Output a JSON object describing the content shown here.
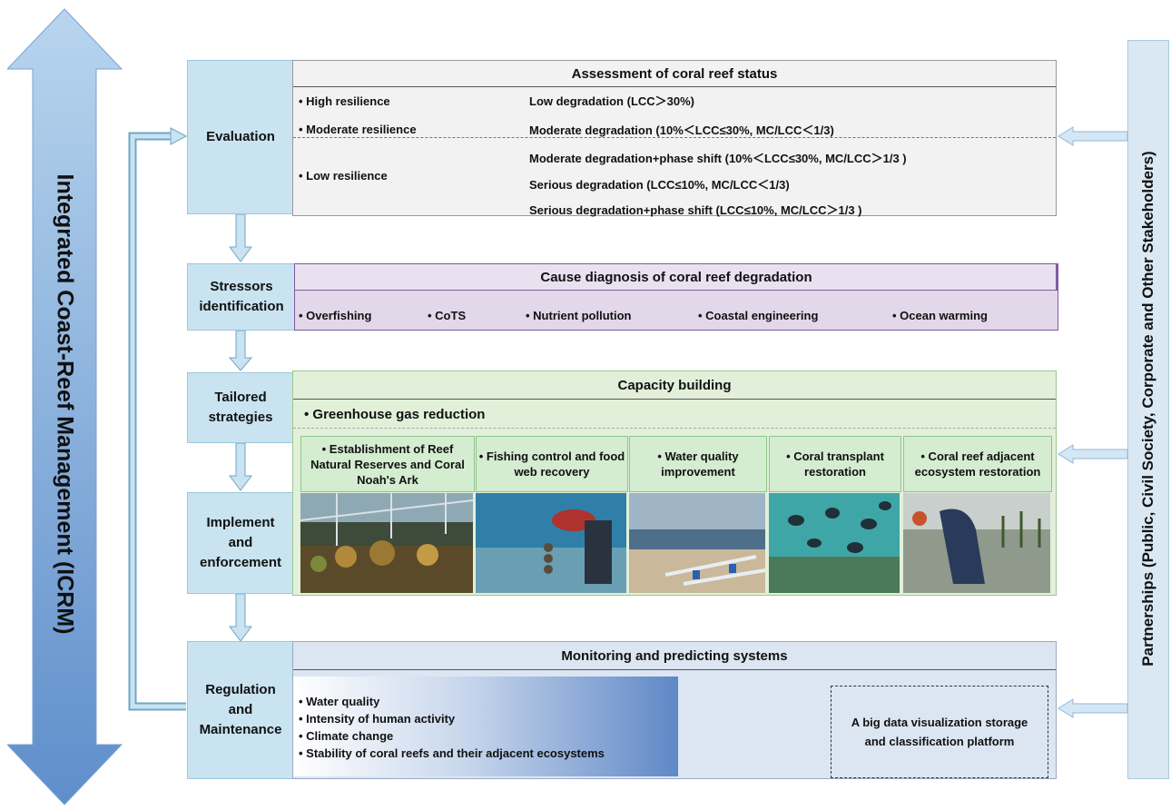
{
  "icrm_label": "Integrated Coast-Reef Management (ICRM)",
  "partnerships_label": "Partnerships (Public, Civil Society, Corporate and Other Stakeholders)",
  "stages": {
    "evaluation": "Evaluation",
    "stressors_line1": "Stressors",
    "stressors_line2": "identification",
    "tailored_line1": "Tailored",
    "tailored_line2": "strategies",
    "implement_line1": "Implement",
    "implement_line2": "and",
    "implement_line3": "enforcement",
    "regulation_line1": "Regulation",
    "regulation_line2": "and",
    "regulation_line3": "Maintenance"
  },
  "assessment": {
    "title": "Assessment of coral reef status",
    "resilience": [
      "High resilience",
      "Moderate resilience",
      "Low  resilience"
    ],
    "degradation": [
      "Low degradation  (LCC＞30%)",
      "Moderate degradation  (10%＜LCC≤30%, MC/LCC＜1/3)",
      "Moderate degradation+phase shift  (10%＜LCC≤30%, MC/LCC＞1/3 )",
      "Serious degradation  (LCC≤10%, MC/LCC＜1/3)",
      "Serious degradation+phase shift   (LCC≤10%, MC/LCC＞1/3 )"
    ]
  },
  "cause": {
    "title": "Cause diagnosis of coral reef degradation",
    "items": [
      "Overfishing",
      "CoTS",
      "Nutrient pollution",
      "Coastal  engineering",
      "Ocean warming"
    ]
  },
  "capacity": {
    "title": "Capacity building",
    "greenhouse": "Greenhouse gas reduction",
    "strategies": [
      "• Establishment of  Reef Natural Reserves and Coral Noah's Ark",
      "• Fishing control and food web recovery",
      "• Water quality improvement",
      "• Coral transplant restoration",
      "• Coral reef adjacent ecosystem restoration"
    ]
  },
  "monitoring": {
    "title": "Monitoring and predicting systems",
    "items": [
      "Water quality",
      "Intensity of human activity",
      "Climate change",
      "Stability of coral reefs and their adjacent ecosystems"
    ],
    "platform": "A big data visualization storage and classification platform"
  },
  "colors": {
    "stage_bg": "#c9e3f1",
    "assessment_bg": "#f2f2f2",
    "cause_bg": "#e3d7ea",
    "capacity_bg": "#e2f0da",
    "monitoring_bg": "#dce6f2",
    "arrow": "#8fb7de"
  }
}
